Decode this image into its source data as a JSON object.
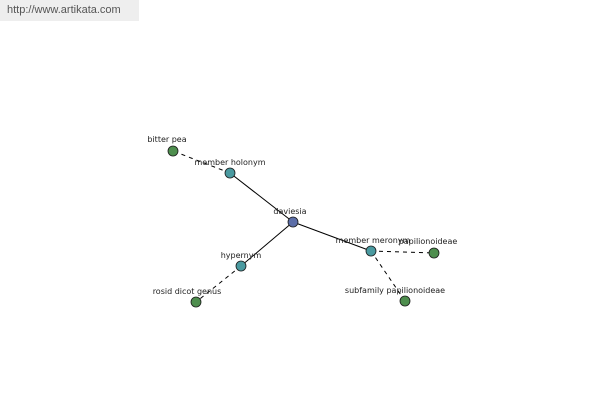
{
  "site_link": "http://www.artikata.com",
  "graph": {
    "colors": {
      "center": "#5c6ea8",
      "relation": "#4a9aa0",
      "leaf": "#4e8e4e",
      "edge": "#000000"
    },
    "nodes": [
      {
        "id": "daviesia",
        "label": "daviesia",
        "kind": "center"
      },
      {
        "id": "member-holonym",
        "label": "member holonym",
        "kind": "relation"
      },
      {
        "id": "hypernym",
        "label": "hypernym",
        "kind": "relation"
      },
      {
        "id": "member-meronym",
        "label": "member meronym",
        "kind": "relation"
      },
      {
        "id": "bitter-pea",
        "label": "bitter pea",
        "kind": "leaf"
      },
      {
        "id": "rosid-dicot-genus",
        "label": "rosid dicot genus",
        "kind": "leaf"
      },
      {
        "id": "papilionoideae",
        "label": "papilionoideae",
        "kind": "leaf"
      },
      {
        "id": "subfamily-papilionoideae",
        "label": "subfamily papilionoideae",
        "kind": "leaf"
      }
    ],
    "edges": [
      {
        "from": "daviesia",
        "to": "member-holonym",
        "style": "solid"
      },
      {
        "from": "daviesia",
        "to": "hypernym",
        "style": "solid"
      },
      {
        "from": "daviesia",
        "to": "member-meronym",
        "style": "solid"
      },
      {
        "from": "member-holonym",
        "to": "bitter-pea",
        "style": "dashed"
      },
      {
        "from": "hypernym",
        "to": "rosid-dicot-genus",
        "style": "dashed"
      },
      {
        "from": "member-meronym",
        "to": "papilionoideae",
        "style": "dashed"
      },
      {
        "from": "member-meronym",
        "to": "subfamily-papilionoideae",
        "style": "dashed"
      }
    ]
  }
}
